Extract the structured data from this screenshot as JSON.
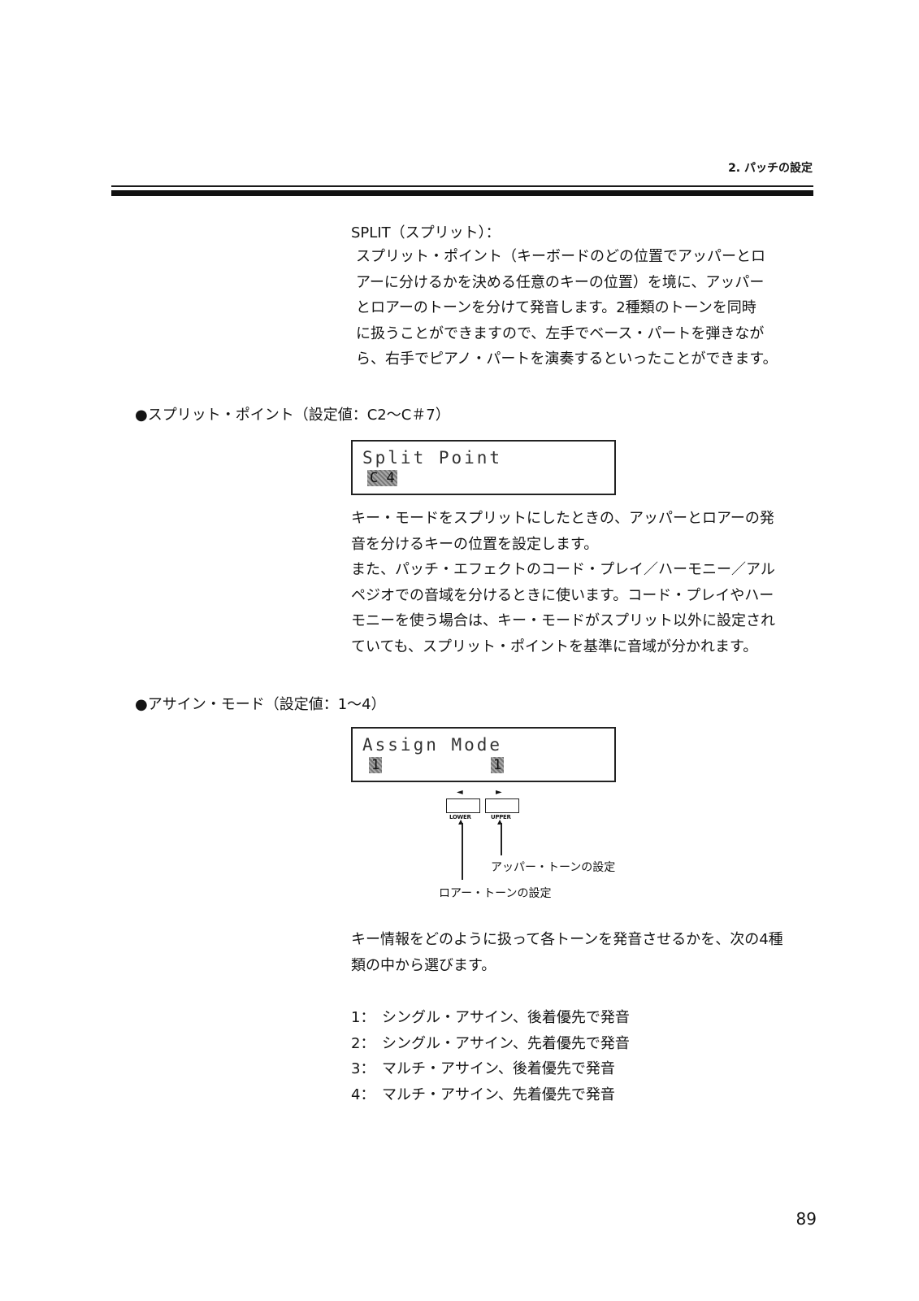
{
  "header": {
    "title": "2. パッチの設定"
  },
  "split": {
    "heading": "SPLIT（スプリット）：",
    "description": [
      "スプリット・ポイント（キーボードのどの位置でアッパーとロ",
      "アーに分けるかを決める任意のキーの位置）を境に、アッパー",
      "とロアーのトーンを分けて発音します。2種類のトーンを同時",
      "に扱うことができますので、左手でベース・パートを弾きなが",
      "ら、右手でピアノ・パートを演奏するといったことができます。"
    ]
  },
  "split_point": {
    "heading": "●スプリット・ポイント（設定値：C2〜C＃7）",
    "lcd_line1": "Split Point",
    "lcd_value": "C 4",
    "body": [
      "キー・モードをスプリットにしたときの、アッパーとロアーの発",
      "音を分けるキーの位置を設定します。",
      "また、パッチ・エフェクトのコード・プレイ／ハーモニー／アル",
      "ペジオでの音域を分けるときに使います。コード・プレイやハー",
      "モニーを使う場合は、キー・モードがスプリット以外に設定され",
      "ていても、スプリット・ポイントを基準に音域が分かれます。"
    ]
  },
  "assign_mode": {
    "heading": "●アサイン・モード（設定値：1〜4）",
    "lcd_line1": "Assign Mode",
    "lcd_value_lower": "1",
    "lcd_value_upper": "1",
    "diagram": {
      "arrow_left": "◄",
      "arrow_right": "►",
      "lower_label": "LOWER",
      "upper_label": "UPPER",
      "upper_caption": "アッパー・トーンの設定",
      "lower_caption": "ロアー・トーンの設定"
    },
    "body": [
      "キー情報をどのように扱って各トーンを発音させるかを、次の4種",
      "類の中から選びます。"
    ],
    "options": [
      {
        "num": "1：",
        "text": "シングル・アサイン、後着優先で発音"
      },
      {
        "num": "2：",
        "text": "シングル・アサイン、先着優先で発音"
      },
      {
        "num": "3：",
        "text": "マルチ・アサイン、後着優先で発音"
      },
      {
        "num": "4：",
        "text": "マルチ・アサイン、先着優先で発音"
      }
    ]
  },
  "page_number": "89"
}
